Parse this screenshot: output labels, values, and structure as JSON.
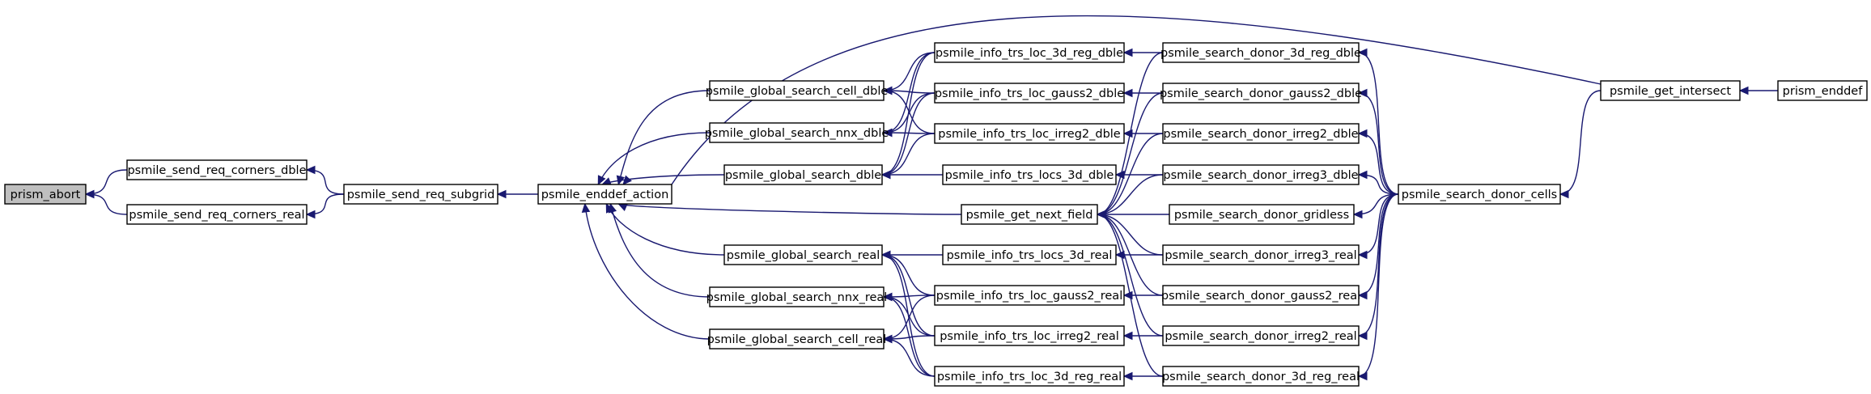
{
  "graph": {
    "nodes": [
      {
        "id": "prism_abort",
        "label": "prism_abort",
        "root": true
      },
      {
        "id": "cdble",
        "label": "psmile_send_req_corners_dble"
      },
      {
        "id": "creal",
        "label": "psmile_send_req_corners_real"
      },
      {
        "id": "subgrid",
        "label": "psmile_send_req_subgrid"
      },
      {
        "id": "enddef_action",
        "label": "psmile_enddef_action"
      },
      {
        "id": "gs_cell_dble",
        "label": "psmile_global_search_cell_dble"
      },
      {
        "id": "gs_nnx_dble",
        "label": "psmile_global_search_nnx_dble"
      },
      {
        "id": "gs_dble",
        "label": "psmile_global_search_dble"
      },
      {
        "id": "gs_real",
        "label": "psmile_global_search_real"
      },
      {
        "id": "gs_nnx_real",
        "label": "psmile_global_search_nnx_real"
      },
      {
        "id": "gs_cell_real",
        "label": "psmile_global_search_cell_real"
      },
      {
        "id": "info_3dreg_dble",
        "label": "psmile_info_trs_loc_3d_reg_dble"
      },
      {
        "id": "info_g2_dble",
        "label": "psmile_info_trs_loc_gauss2_dble"
      },
      {
        "id": "info_irr2_dble",
        "label": "psmile_info_trs_loc_irreg2_dble"
      },
      {
        "id": "info_locs3d_dble",
        "label": "psmile_info_trs_locs_3d_dble"
      },
      {
        "id": "next_field",
        "label": "psmile_get_next_field"
      },
      {
        "id": "info_locs3d_real",
        "label": "psmile_info_trs_locs_3d_real"
      },
      {
        "id": "info_g2_real",
        "label": "psmile_info_trs_loc_gauss2_real"
      },
      {
        "id": "info_irr2_real",
        "label": "psmile_info_trs_loc_irreg2_real"
      },
      {
        "id": "info_3dreg_real",
        "label": "psmile_info_trs_loc_3d_reg_real"
      },
      {
        "id": "sd_3dreg_dble",
        "label": "psmile_search_donor_3d_reg_dble"
      },
      {
        "id": "sd_g2_dble",
        "label": "psmile_search_donor_gauss2_dble"
      },
      {
        "id": "sd_irr2_dble",
        "label": "psmile_search_donor_irreg2_dble"
      },
      {
        "id": "sd_irr3_dble",
        "label": "psmile_search_donor_irreg3_dble"
      },
      {
        "id": "sd_gridless",
        "label": "psmile_search_donor_gridless"
      },
      {
        "id": "sd_irr3_real",
        "label": "psmile_search_donor_irreg3_real"
      },
      {
        "id": "sd_g2_real",
        "label": "psmile_search_donor_gauss2_real"
      },
      {
        "id": "sd_irr2_real",
        "label": "psmile_search_donor_irreg2_real"
      },
      {
        "id": "sd_3dreg_real",
        "label": "psmile_search_donor_3d_reg_real"
      },
      {
        "id": "sd_cells",
        "label": "psmile_search_donor_cells"
      },
      {
        "id": "get_intersect",
        "label": "psmile_get_intersect"
      },
      {
        "id": "prism_enddef",
        "label": "prism_enddef"
      }
    ],
    "edges": [
      {
        "from": "cdble",
        "to": "prism_abort"
      },
      {
        "from": "creal",
        "to": "prism_abort"
      },
      {
        "from": "subgrid",
        "to": "cdble"
      },
      {
        "from": "subgrid",
        "to": "creal"
      },
      {
        "from": "enddef_action",
        "to": "subgrid"
      },
      {
        "from": "gs_cell_dble",
        "to": "enddef_action"
      },
      {
        "from": "gs_nnx_dble",
        "to": "enddef_action"
      },
      {
        "from": "gs_dble",
        "to": "enddef_action"
      },
      {
        "from": "gs_real",
        "to": "enddef_action"
      },
      {
        "from": "gs_nnx_real",
        "to": "enddef_action"
      },
      {
        "from": "gs_cell_real",
        "to": "enddef_action"
      },
      {
        "from": "next_field",
        "to": "enddef_action"
      },
      {
        "from": "get_intersect",
        "to": "enddef_action"
      },
      {
        "from": "info_3dreg_dble",
        "to": "gs_cell_dble"
      },
      {
        "from": "info_g2_dble",
        "to": "gs_cell_dble"
      },
      {
        "from": "info_irr2_dble",
        "to": "gs_cell_dble"
      },
      {
        "from": "info_3dreg_dble",
        "to": "gs_nnx_dble"
      },
      {
        "from": "info_g2_dble",
        "to": "gs_nnx_dble"
      },
      {
        "from": "info_irr2_dble",
        "to": "gs_nnx_dble"
      },
      {
        "from": "info_3dreg_dble",
        "to": "gs_dble"
      },
      {
        "from": "info_g2_dble",
        "to": "gs_dble"
      },
      {
        "from": "info_irr2_dble",
        "to": "gs_dble"
      },
      {
        "from": "info_locs3d_dble",
        "to": "gs_dble"
      },
      {
        "from": "info_locs3d_real",
        "to": "gs_real"
      },
      {
        "from": "info_g2_real",
        "to": "gs_real"
      },
      {
        "from": "info_irr2_real",
        "to": "gs_real"
      },
      {
        "from": "info_3dreg_real",
        "to": "gs_real"
      },
      {
        "from": "info_g2_real",
        "to": "gs_nnx_real"
      },
      {
        "from": "info_irr2_real",
        "to": "gs_nnx_real"
      },
      {
        "from": "info_3dreg_real",
        "to": "gs_nnx_real"
      },
      {
        "from": "info_g2_real",
        "to": "gs_cell_real"
      },
      {
        "from": "info_irr2_real",
        "to": "gs_cell_real"
      },
      {
        "from": "info_3dreg_real",
        "to": "gs_cell_real"
      },
      {
        "from": "sd_3dreg_dble",
        "to": "info_3dreg_dble"
      },
      {
        "from": "sd_g2_dble",
        "to": "info_g2_dble"
      },
      {
        "from": "sd_irr2_dble",
        "to": "info_irr2_dble"
      },
      {
        "from": "sd_irr3_dble",
        "to": "info_locs3d_dble"
      },
      {
        "from": "sd_irr3_real",
        "to": "info_locs3d_real"
      },
      {
        "from": "sd_g2_real",
        "to": "info_g2_real"
      },
      {
        "from": "sd_irr2_real",
        "to": "info_irr2_real"
      },
      {
        "from": "sd_3dreg_real",
        "to": "info_3dreg_real"
      },
      {
        "from": "sd_3dreg_dble",
        "to": "next_field"
      },
      {
        "from": "sd_g2_dble",
        "to": "next_field"
      },
      {
        "from": "sd_irr2_dble",
        "to": "next_field"
      },
      {
        "from": "sd_irr3_dble",
        "to": "next_field"
      },
      {
        "from": "sd_gridless",
        "to": "next_field"
      },
      {
        "from": "sd_irr3_real",
        "to": "next_field"
      },
      {
        "from": "sd_g2_real",
        "to": "next_field"
      },
      {
        "from": "sd_irr2_real",
        "to": "next_field"
      },
      {
        "from": "sd_3dreg_real",
        "to": "next_field"
      },
      {
        "from": "sd_cells",
        "to": "sd_3dreg_dble"
      },
      {
        "from": "sd_cells",
        "to": "sd_g2_dble"
      },
      {
        "from": "sd_cells",
        "to": "sd_irr2_dble"
      },
      {
        "from": "sd_cells",
        "to": "sd_irr3_dble"
      },
      {
        "from": "sd_cells",
        "to": "sd_gridless"
      },
      {
        "from": "sd_cells",
        "to": "sd_irr3_real"
      },
      {
        "from": "sd_cells",
        "to": "sd_g2_real"
      },
      {
        "from": "sd_cells",
        "to": "sd_irr2_real"
      },
      {
        "from": "sd_cells",
        "to": "sd_3dreg_real"
      },
      {
        "from": "get_intersect",
        "to": "sd_cells"
      },
      {
        "from": "prism_enddef",
        "to": "get_intersect"
      }
    ]
  },
  "colors": {
    "edge": "#191970",
    "node_border": "#000000",
    "node_fill": "#ffffff",
    "root_fill": "#bfbfbf"
  }
}
